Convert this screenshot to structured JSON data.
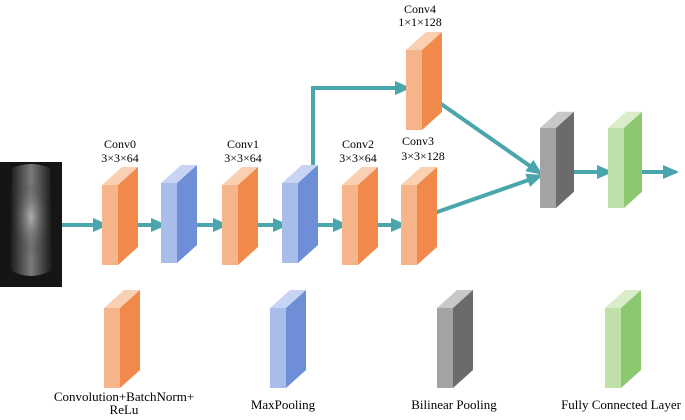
{
  "layers": [
    {
      "name": "Conv0",
      "dims": "3×3×64",
      "kind": "conv"
    },
    {
      "name": "",
      "dims": "",
      "kind": "pool"
    },
    {
      "name": "Conv1",
      "dims": "3×3×64",
      "kind": "conv"
    },
    {
      "name": "",
      "dims": "",
      "kind": "pool"
    },
    {
      "name": "Conv2",
      "dims": "3×3×64",
      "kind": "conv"
    },
    {
      "name": "Conv3",
      "dims": "3×3×128",
      "kind": "conv"
    },
    {
      "name": "Conv4",
      "dims": "1×1×128",
      "kind": "conv"
    },
    {
      "name": "",
      "dims": "",
      "kind": "bilinear"
    },
    {
      "name": "",
      "dims": "",
      "kind": "fc"
    }
  ],
  "legend": [
    {
      "kind": "conv",
      "label": "Convolution+BatchNorm+",
      "label2": "ReLu"
    },
    {
      "kind": "pool",
      "label": "MaxPooling",
      "label2": ""
    },
    {
      "kind": "bilinear",
      "label": "Bilinear Pooling",
      "label2": ""
    },
    {
      "kind": "fc",
      "label": "Fully Connected Layer",
      "label2": ""
    }
  ],
  "colors": {
    "arrow": "#4aa5ac",
    "conv_front": "#f0894a",
    "conv_side": "#f5b48a",
    "conv_top": "#fad0b3",
    "pool_front": "#6e8fd8",
    "pool_side": "#a8bdea",
    "pool_top": "#c7d4f3",
    "bilinear_front": "#6b6b6b",
    "bilinear_side": "#a3a3a3",
    "bilinear_top": "#c8c8c8",
    "fc_front": "#8cc870",
    "fc_side": "#bfe0a8",
    "fc_top": "#d8edc8"
  },
  "icons": {
    "input_image": "grayscale-input-image"
  }
}
